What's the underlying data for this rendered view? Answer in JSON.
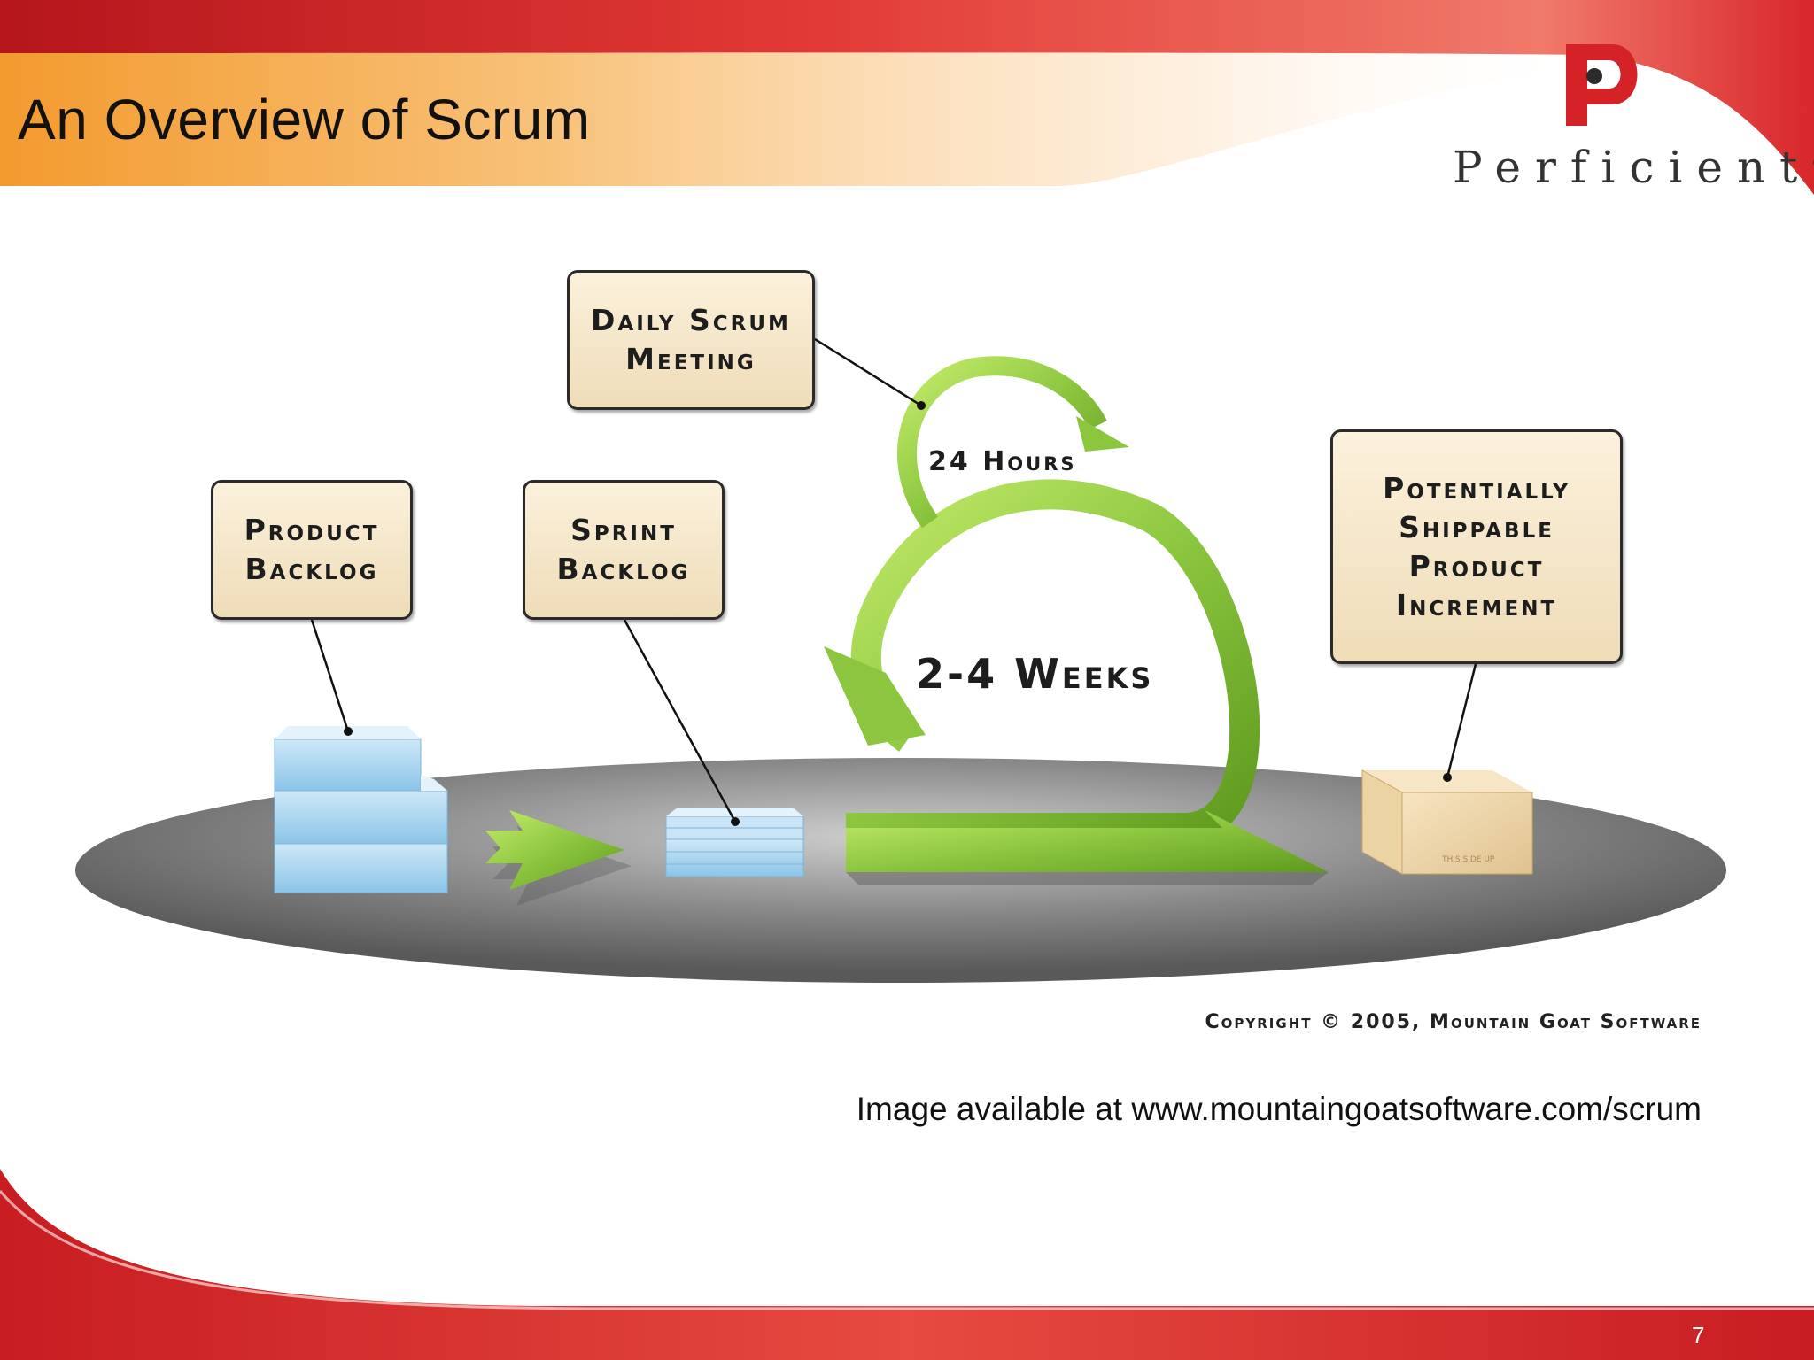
{
  "slide": {
    "title": "An Overview of Scrum",
    "brand_name": "Perficient",
    "brand_mark": "®",
    "page_number": "7"
  },
  "diagram": {
    "daily_scrum": "Daily Scrum Meeting",
    "product_backlog": "Product Backlog",
    "sprint_backlog": "Sprint Backlog",
    "increment": "Potentially Shippable Product Increment",
    "hours_label": "24 Hours",
    "weeks_label": "2-4 Weeks",
    "box_stamp": "THIS SIDE UP",
    "copyright": "Copyright © 2005, Mountain Goat Software"
  },
  "footer": {
    "image_source": "Image available at www.mountaingoatsoftware.com/scrum"
  },
  "colors": {
    "red": "#d42227",
    "orange": "#f5a83a",
    "green": "#8cc63f",
    "box_fill": "#f3e2c0"
  }
}
